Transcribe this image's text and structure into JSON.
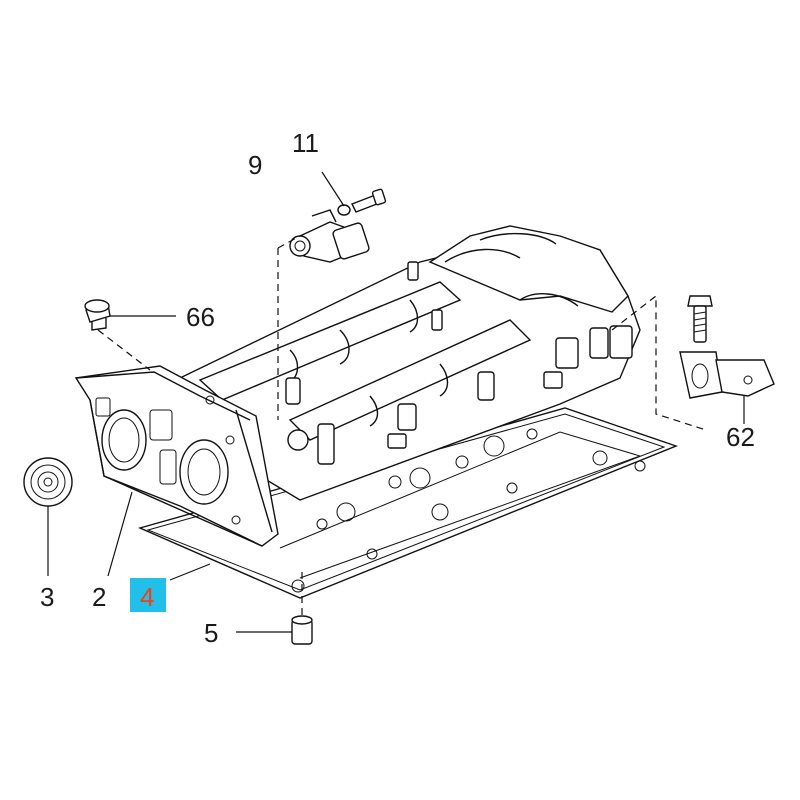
{
  "callouts": [
    {
      "id": "9",
      "label": "9"
    },
    {
      "id": "11",
      "label": "11"
    },
    {
      "id": "66",
      "label": "66"
    },
    {
      "id": "62",
      "label": "62"
    },
    {
      "id": "3",
      "label": "3"
    },
    {
      "id": "2",
      "label": "2"
    },
    {
      "id": "4",
      "label": "4",
      "highlighted": true
    },
    {
      "id": "5",
      "label": "5"
    }
  ],
  "colors": {
    "highlight_background": "#22c0e8",
    "highlight_text": "#e8431c",
    "line": "#111111"
  }
}
